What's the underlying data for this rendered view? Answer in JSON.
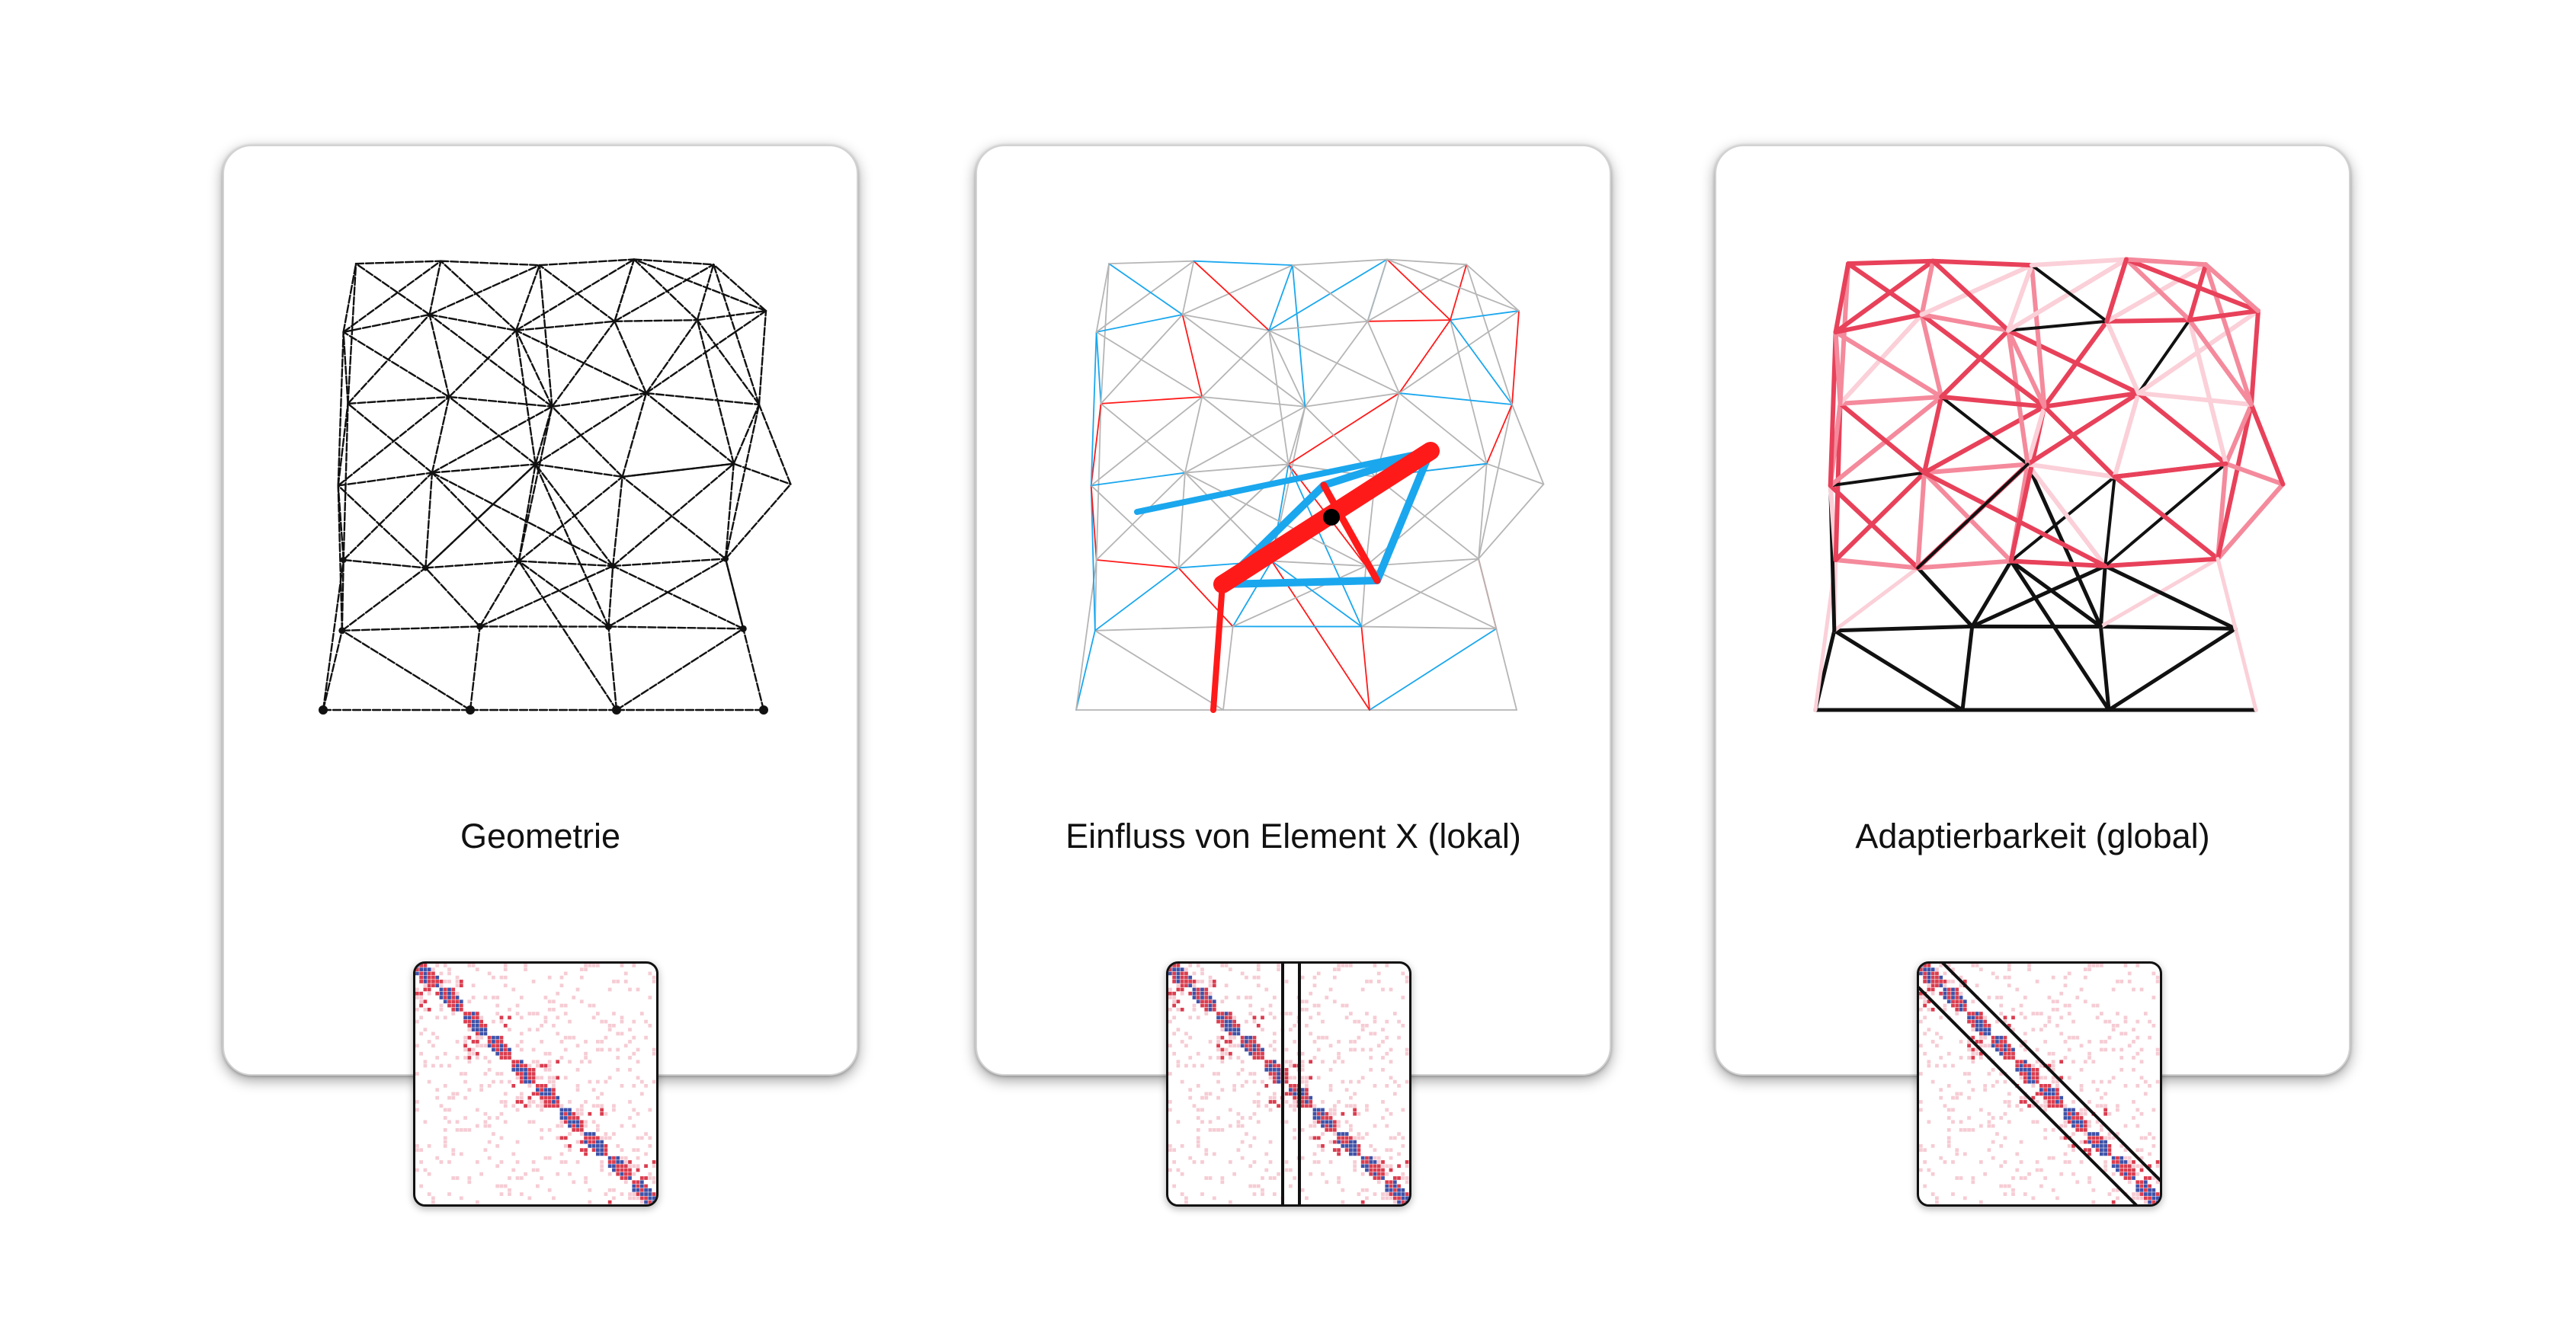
{
  "panels": [
    {
      "id": "geometry",
      "caption": "Geometrie",
      "style": "black",
      "overlay": "none"
    },
    {
      "id": "influence",
      "caption": "Einfluss von Element X (lokal)",
      "style": "influence",
      "overlay": "columns"
    },
    {
      "id": "adapt",
      "caption": "Adaptierbarkeit (global)",
      "style": "adapt",
      "overlay": "diagonal"
    }
  ],
  "colors": {
    "structure": "#111111",
    "tension": "#ff1a1a",
    "compression": "#1aa7ee",
    "light_member": "#b5b5b5",
    "adapt_high": "#e8415a",
    "adapt_mid": "#f48a9c",
    "adapt_low": "#fbd0d8",
    "matrix_red": "#d6283c",
    "matrix_blue": "#2a3f9e",
    "matrix_pink": "#f2b7c2"
  }
}
